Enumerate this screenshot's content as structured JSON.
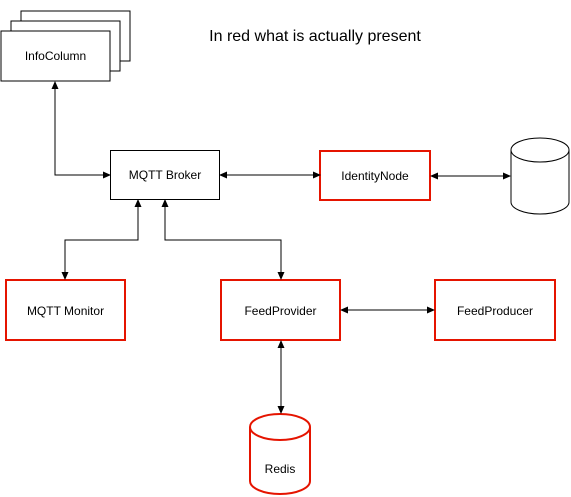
{
  "diagram": {
    "note": "In red what is actually present",
    "nodes": {
      "info_column": "InfoColumn",
      "mqtt_broker": "MQTT Broker",
      "identity_node": "IdentityNode",
      "mqtt_monitor": "MQTT Monitor",
      "feed_provider": "FeedProvider",
      "feed_producer": "FeedProducer",
      "redis": "Redis",
      "database": ""
    },
    "colors": {
      "present": "#e51400",
      "default": "#000000"
    }
  }
}
